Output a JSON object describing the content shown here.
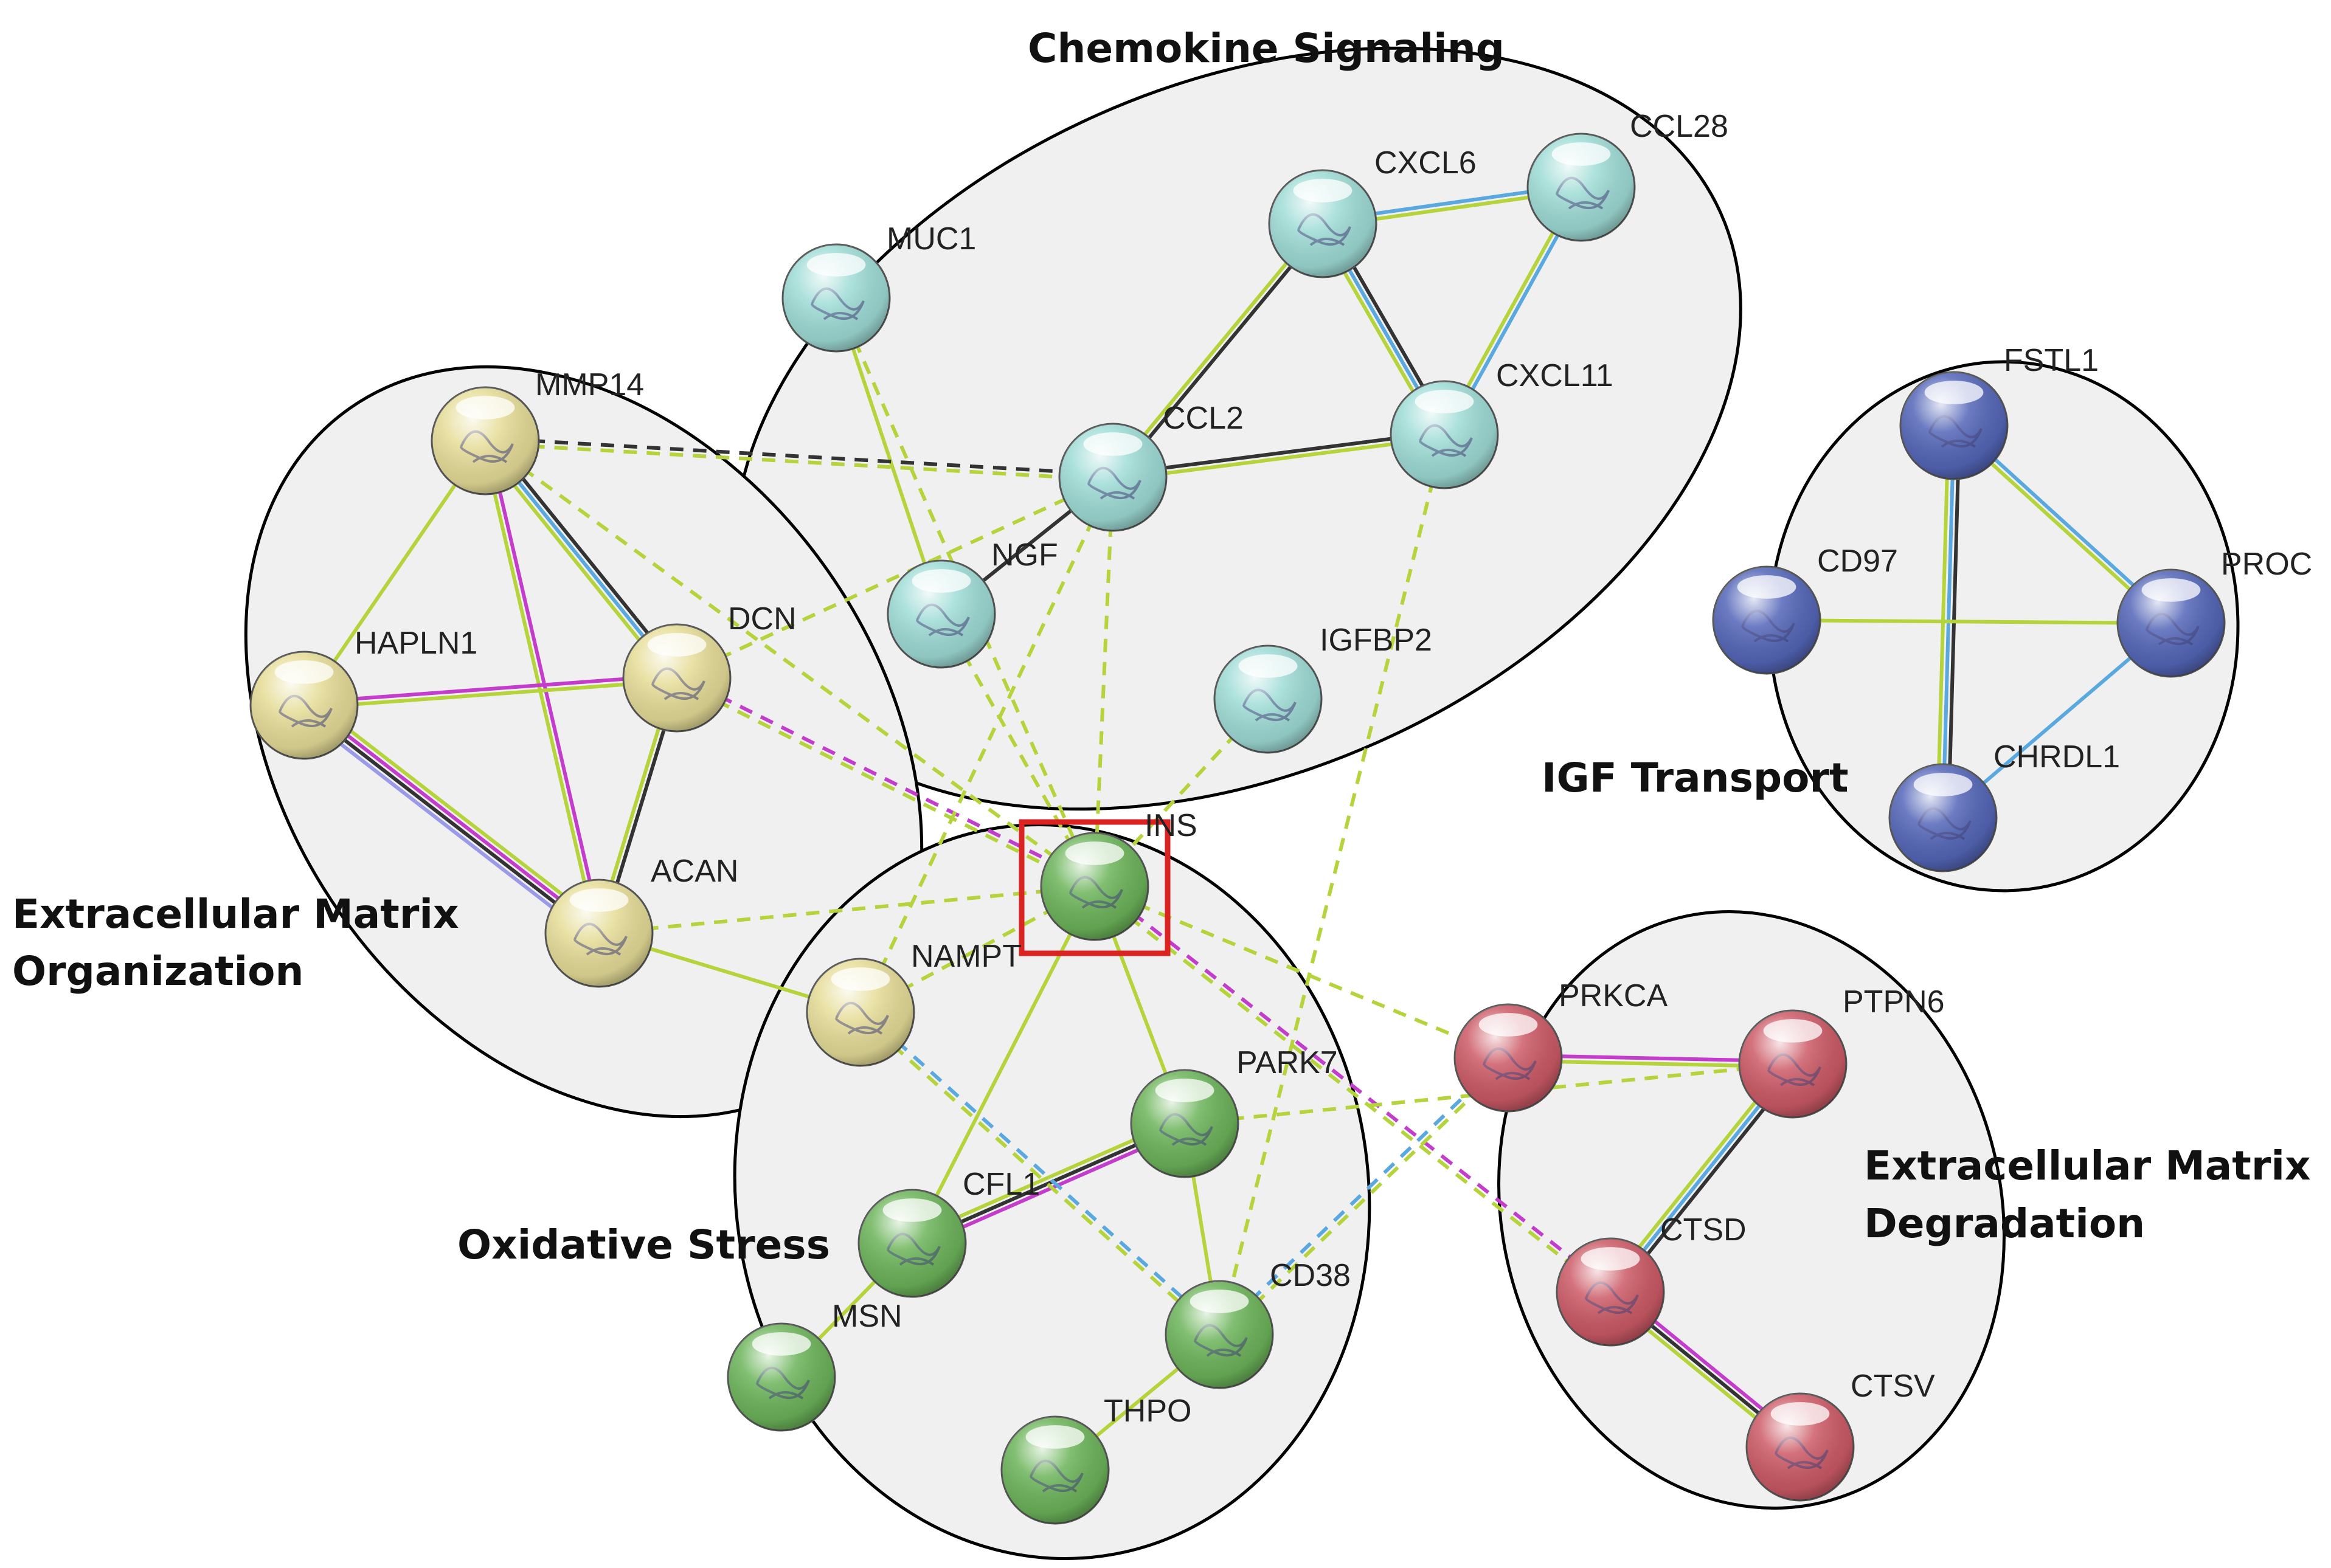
{
  "clusters": [
    {
      "id": "chemokine",
      "label_lines": [
        "Chemokine Signaling"
      ]
    },
    {
      "id": "ecm_org",
      "label_lines": [
        "Extracellular Matrix",
        "Organization"
      ]
    },
    {
      "id": "igf",
      "label_lines": [
        "IGF Transport"
      ]
    },
    {
      "id": "oxidative",
      "label_lines": [
        "Oxidative Stress"
      ]
    },
    {
      "id": "ecm_deg",
      "label_lines": [
        "Extracellular Matrix",
        "Degradation"
      ]
    }
  ],
  "nodes": [
    {
      "id": "MUC1",
      "label": "MUC1",
      "color": "#9fdcd6"
    },
    {
      "id": "CXCL6",
      "label": "CXCL6",
      "color": "#9fdcd6"
    },
    {
      "id": "CCL28",
      "label": "CCL28",
      "color": "#9fdcd6"
    },
    {
      "id": "CCL2",
      "label": "CCL2",
      "color": "#9fdcd6"
    },
    {
      "id": "CXCL11",
      "label": "CXCL11",
      "color": "#9fdcd6"
    },
    {
      "id": "NGF",
      "label": "NGF",
      "color": "#9fdcd6"
    },
    {
      "id": "IGFBP2",
      "label": "IGFBP2",
      "color": "#9fdcd6"
    },
    {
      "id": "MMP14",
      "label": "MMP14",
      "color": "#e6dd98"
    },
    {
      "id": "HAPLN1",
      "label": "HAPLN1",
      "color": "#e6dd98"
    },
    {
      "id": "DCN",
      "label": "DCN",
      "color": "#e6dd98"
    },
    {
      "id": "ACAN",
      "label": "ACAN",
      "color": "#e6dd98"
    },
    {
      "id": "NAMPT",
      "label": "NAMPT",
      "color": "#e6dd98"
    },
    {
      "id": "FSTL1",
      "label": "FSTL1",
      "color": "#5466b8"
    },
    {
      "id": "CD97",
      "label": "CD97",
      "color": "#5466b8"
    },
    {
      "id": "PROC",
      "label": "PROC",
      "color": "#5466b8"
    },
    {
      "id": "CHRDL1",
      "label": "CHRDL1",
      "color": "#5466b8"
    },
    {
      "id": "INS",
      "label": "INS",
      "color": "#6cb45a"
    },
    {
      "id": "PARK7",
      "label": "PARK7",
      "color": "#6cb45a"
    },
    {
      "id": "CFL1",
      "label": "CFL1",
      "color": "#6cb45a"
    },
    {
      "id": "MSN",
      "label": "MSN",
      "color": "#6cb45a"
    },
    {
      "id": "CD38",
      "label": "CD38",
      "color": "#6cb45a"
    },
    {
      "id": "THPO",
      "label": "THPO",
      "color": "#6cb45a"
    },
    {
      "id": "PRKCA",
      "label": "PRKCA",
      "color": "#cc5a66"
    },
    {
      "id": "PTPN6",
      "label": "PTPN6",
      "color": "#cc5a66"
    },
    {
      "id": "CTSD",
      "label": "CTSD",
      "color": "#cc5a66"
    },
    {
      "id": "CTSV",
      "label": "CTSV",
      "color": "#cc5a66"
    }
  ],
  "highlighted_node": "INS",
  "edge_colors": {
    "textmining": "#b5d33a",
    "database": "#5aa8e0",
    "experimental": "#c43ccc",
    "coexpression": "#333333",
    "homology": "#9a9ae8"
  },
  "highlight_color": "#dd2222",
  "edges": [
    {
      "from": "CXCL6",
      "to": "CCL28",
      "channels": [
        "database",
        "textmining"
      ]
    },
    {
      "from": "CCL28",
      "to": "CXCL11",
      "channels": [
        "database",
        "textmining"
      ]
    },
    {
      "from": "CXCL6",
      "to": "CXCL11",
      "channels": [
        "coexpression",
        "database",
        "textmining"
      ]
    },
    {
      "from": "CXCL6",
      "to": "CCL2",
      "channels": [
        "coexpression",
        "textmining"
      ]
    },
    {
      "from": "CCL2",
      "to": "CXCL11",
      "channels": [
        "coexpression",
        "textmining"
      ]
    },
    {
      "from": "CCL2",
      "to": "NGF",
      "channels": [
        "coexpression"
      ]
    },
    {
      "from": "MUC1",
      "to": "NGF",
      "channels": [
        "textmining"
      ]
    },
    {
      "from": "MMP14",
      "to": "DCN",
      "channels": [
        "coexpression",
        "database",
        "textmining"
      ]
    },
    {
      "from": "MMP14",
      "to": "HAPLN1",
      "channels": [
        "textmining"
      ]
    },
    {
      "from": "MMP14",
      "to": "ACAN",
      "channels": [
        "experimental",
        "textmining"
      ]
    },
    {
      "from": "HAPLN1",
      "to": "DCN",
      "channels": [
        "experimental",
        "textmining"
      ]
    },
    {
      "from": "HAPLN1",
      "to": "ACAN",
      "channels": [
        "textmining",
        "experimental",
        "coexpression",
        "homology"
      ]
    },
    {
      "from": "DCN",
      "to": "ACAN",
      "channels": [
        "coexpression",
        "textmining"
      ]
    },
    {
      "from": "ACAN",
      "to": "NAMPT",
      "channels": [
        "textmining"
      ]
    },
    {
      "from": "FSTL1",
      "to": "CHRDL1",
      "channels": [
        "coexpression",
        "database",
        "textmining"
      ]
    },
    {
      "from": "FSTL1",
      "to": "PROC",
      "channels": [
        "database",
        "textmining"
      ]
    },
    {
      "from": "CD97",
      "to": "PROC",
      "channels": [
        "textmining"
      ]
    },
    {
      "from": "PROC",
      "to": "CHRDL1",
      "channels": [
        "database"
      ]
    },
    {
      "from": "INS",
      "to": "CFL1",
      "channels": [
        "textmining"
      ]
    },
    {
      "from": "INS",
      "to": "PARK7",
      "channels": [
        "textmining"
      ]
    },
    {
      "from": "PARK7",
      "to": "CFL1",
      "channels": [
        "experimental",
        "coexpression",
        "textmining"
      ]
    },
    {
      "from": "PARK7",
      "to": "CD38",
      "channels": [
        "textmining"
      ]
    },
    {
      "from": "CFL1",
      "to": "MSN",
      "channels": [
        "textmining"
      ]
    },
    {
      "from": "CD38",
      "to": "THPO",
      "channels": [
        "textmining"
      ]
    },
    {
      "from": "PRKCA",
      "to": "PTPN6",
      "channels": [
        "experimental",
        "textmining"
      ]
    },
    {
      "from": "PTPN6",
      "to": "CTSD",
      "channels": [
        "coexpression",
        "database",
        "textmining"
      ]
    },
    {
      "from": "CTSD",
      "to": "CTSV",
      "channels": [
        "experimental",
        "coexpression",
        "textmining"
      ]
    },
    {
      "from": "MMP14",
      "to": "CCL2",
      "channels": [
        "coexpression",
        "textmining"
      ],
      "dashed": true
    },
    {
      "from": "MUC1",
      "to": "INS",
      "channels": [
        "textmining"
      ],
      "dashed": true
    },
    {
      "from": "MMP14",
      "to": "INS",
      "channels": [
        "textmining"
      ],
      "dashed": true
    },
    {
      "from": "DCN",
      "to": "INS",
      "channels": [
        "experimental",
        "textmining"
      ],
      "dashed": true
    },
    {
      "from": "DCN",
      "to": "CCL2",
      "channels": [
        "textmining"
      ],
      "dashed": true
    },
    {
      "from": "NGF",
      "to": "INS",
      "channels": [
        "textmining"
      ],
      "dashed": true
    },
    {
      "from": "CCL2",
      "to": "INS",
      "channels": [
        "textmining"
      ],
      "dashed": true
    },
    {
      "from": "CCL2",
      "to": "NAMPT",
      "channels": [
        "textmining"
      ],
      "dashed": true
    },
    {
      "from": "IGFBP2",
      "to": "INS",
      "channels": [
        "textmining"
      ],
      "dashed": true
    },
    {
      "from": "CXCL11",
      "to": "CD38",
      "channels": [
        "textmining"
      ],
      "dashed": true
    },
    {
      "from": "ACAN",
      "to": "INS",
      "channels": [
        "textmining"
      ],
      "dashed": true
    },
    {
      "from": "NAMPT",
      "to": "INS",
      "channels": [
        "textmining"
      ],
      "dashed": true
    },
    {
      "from": "NAMPT",
      "to": "CD38",
      "channels": [
        "database",
        "textmining"
      ],
      "dashed": true
    },
    {
      "from": "INS",
      "to": "PRKCA",
      "channels": [
        "textmining"
      ],
      "dashed": true
    },
    {
      "from": "INS",
      "to": "CTSD",
      "channels": [
        "experimental",
        "textmining"
      ],
      "dashed": true
    },
    {
      "from": "PARK7",
      "to": "PTPN6",
      "channels": [
        "textmining"
      ],
      "dashed": true
    },
    {
      "from": "CD38",
      "to": "PRKCA",
      "channels": [
        "database",
        "textmining"
      ],
      "dashed": true
    }
  ]
}
